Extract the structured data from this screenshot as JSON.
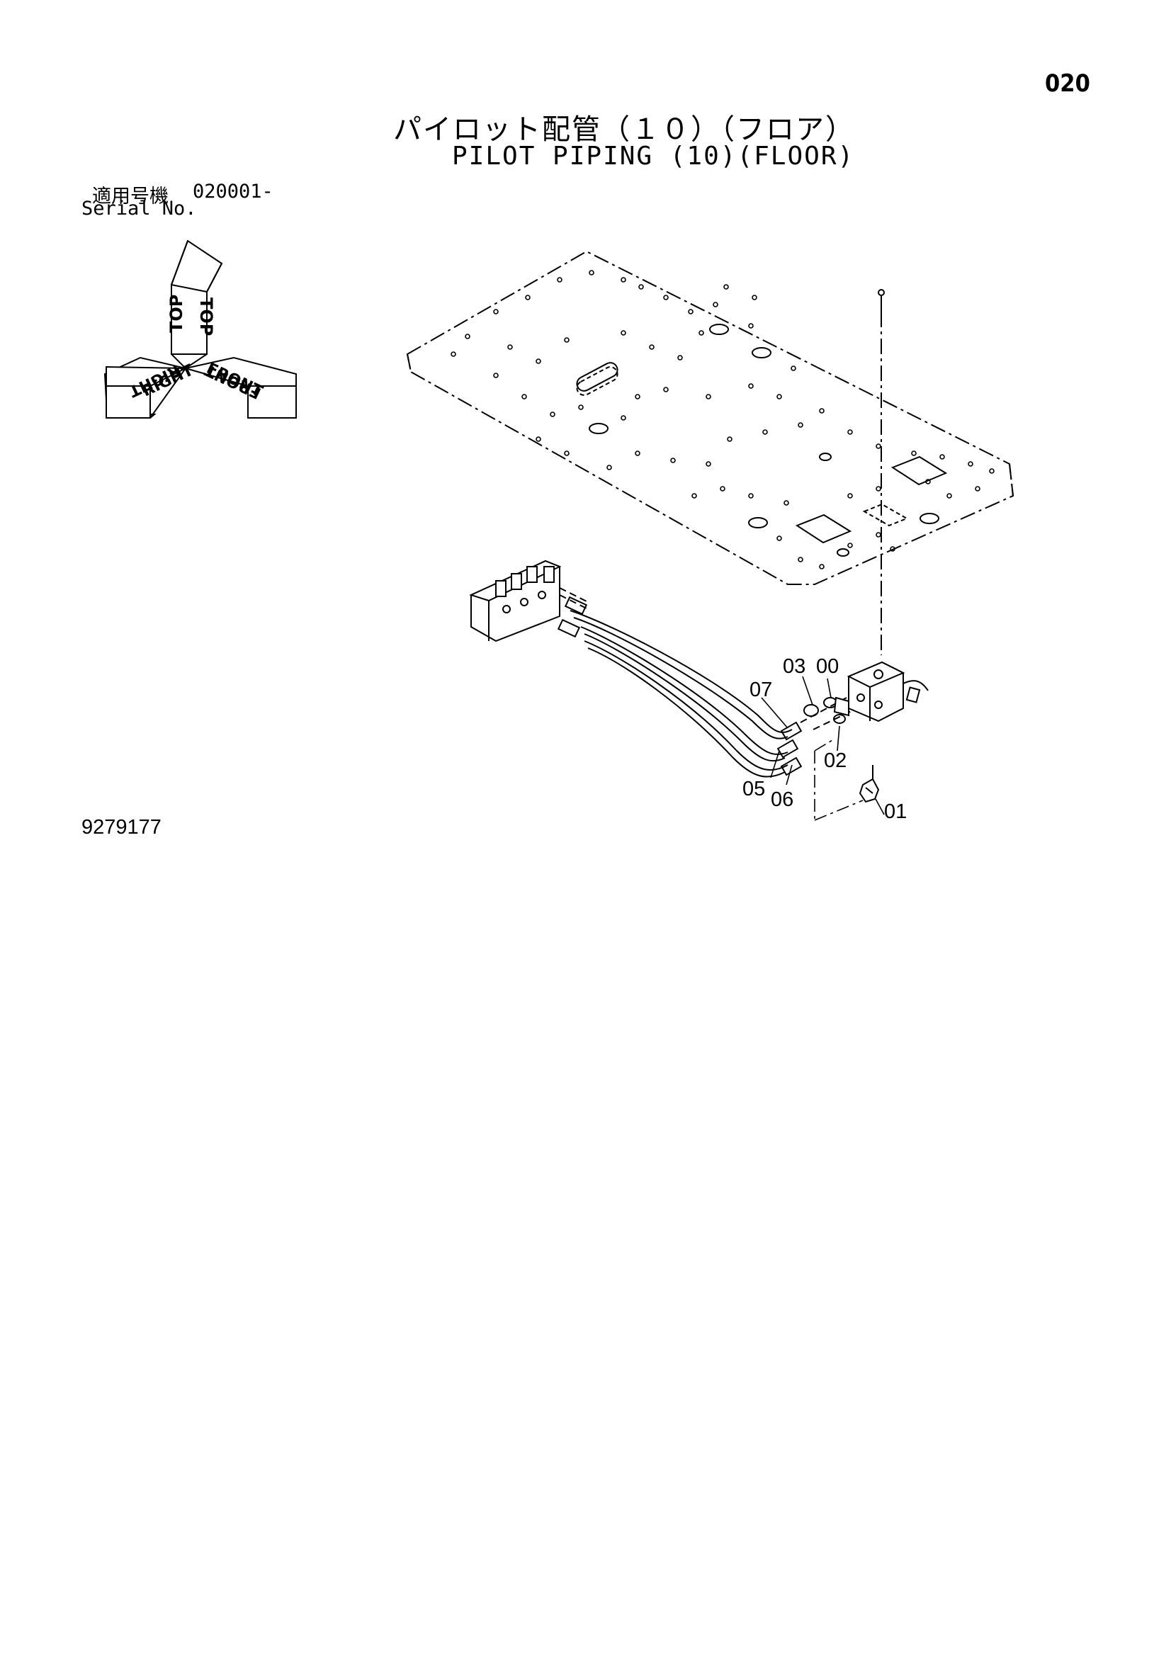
{
  "page_number": "020",
  "title_jp": "パイロット配管（１０）（フロア）",
  "title_en": "PILOT PIPING (10)(FLOOR)",
  "serial": {
    "label_jp": "適用号機",
    "range": "020001-",
    "label_en": "Serial No."
  },
  "orientation": {
    "top": "TOP",
    "right": "RIGHT",
    "front": "FRONT"
  },
  "callouts": {
    "c00": "00",
    "c01": "01",
    "c02": "02",
    "c03": "03",
    "c05": "05",
    "c06": "06",
    "c07": "07"
  },
  "doc_id": "9279177"
}
